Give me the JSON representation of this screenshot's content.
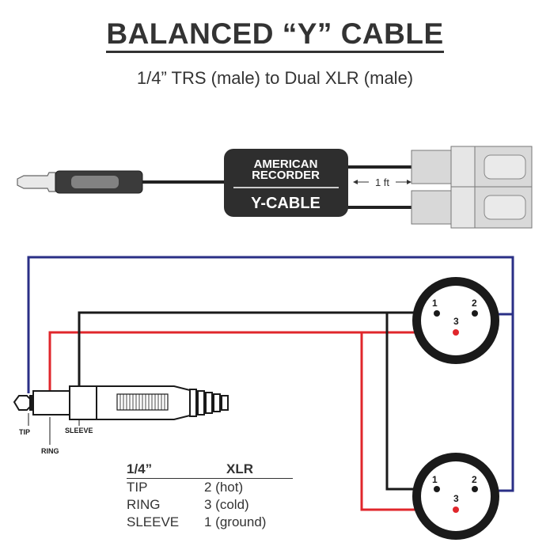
{
  "title": "BALANCED “Y” CABLE",
  "subtitle": "1/4” TRS (male) to Dual XLR (male)",
  "product_box": {
    "brand_line1": "AMERICAN",
    "brand_line2": "RECORDER",
    "label": "Y-CABLE",
    "length_label": "1 ft"
  },
  "jack_labels": {
    "tip": "TIP",
    "ring": "RING",
    "sleeve": "SLEEVE"
  },
  "xlr_pins": {
    "pin1": "1",
    "pin2": "2",
    "pin3": "3"
  },
  "legend": {
    "col1": "1/4”",
    "col2": "XLR",
    "rows": [
      {
        "a": "TIP",
        "b": "2 (hot)"
      },
      {
        "a": "RING",
        "b": "3 (cold)"
      },
      {
        "a": "SLEEVE",
        "b": "1 (ground)"
      }
    ]
  },
  "colors": {
    "tip_wire": "#2a2f86",
    "ring_wire": "#e0262b",
    "sleeve_wire": "#1a1a1a",
    "box": "#2e2e2e"
  }
}
